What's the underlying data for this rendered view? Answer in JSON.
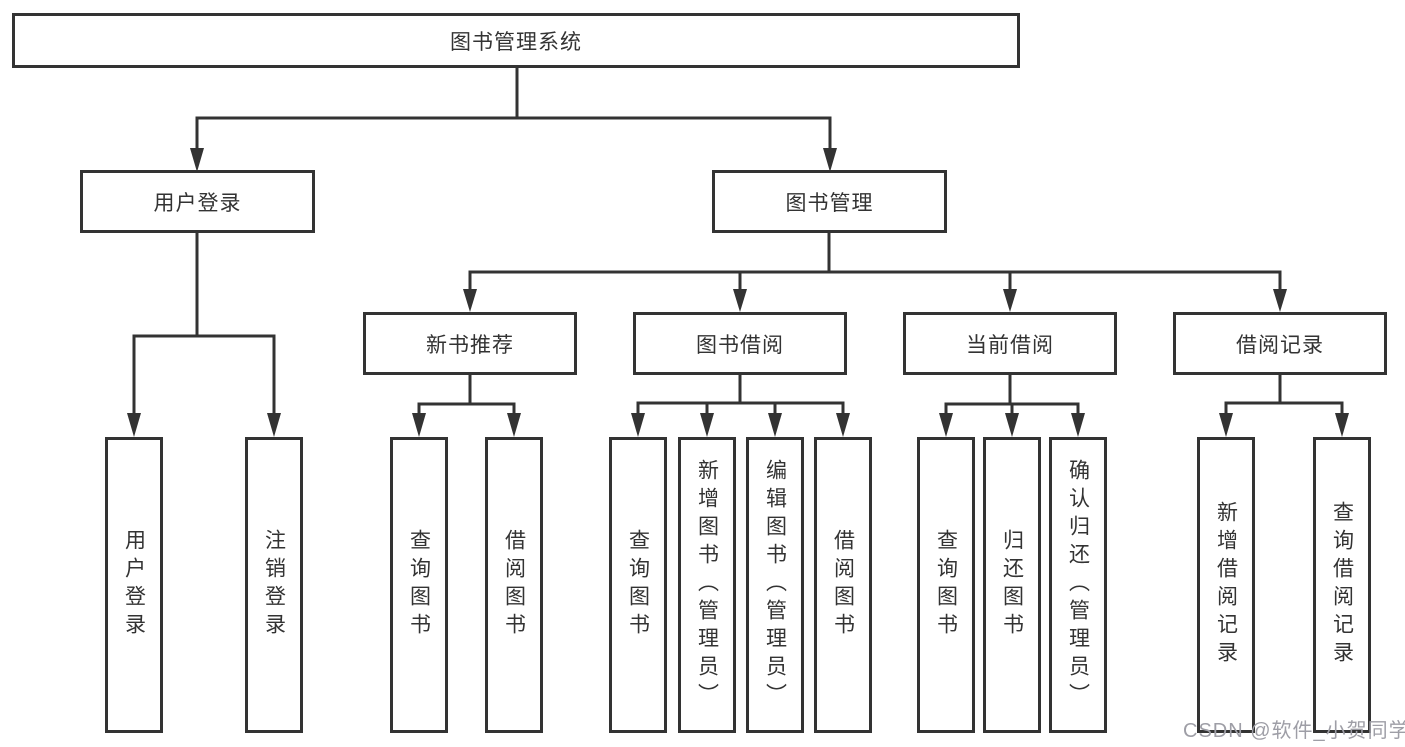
{
  "diagram_title": "图书管理系统",
  "colors": {
    "line": "#333333",
    "text": "#333333",
    "background": "#ffffff",
    "watermark": "#9e9ea6"
  },
  "tree": {
    "label": "图书管理系统",
    "children": [
      {
        "label": "用户登录",
        "children": [
          {
            "label": "用户登录"
          },
          {
            "label": "注销登录"
          }
        ]
      },
      {
        "label": "图书管理",
        "children": [
          {
            "label": "新书推荐",
            "children": [
              {
                "label": "查询图书"
              },
              {
                "label": "借阅图书"
              }
            ]
          },
          {
            "label": "图书借阅",
            "children": [
              {
                "label": "查询图书"
              },
              {
                "label": "新增图书（管理员）"
              },
              {
                "label": "编辑图书（管理员）"
              },
              {
                "label": "借阅图书"
              }
            ]
          },
          {
            "label": "当前借阅",
            "children": [
              {
                "label": "查询图书"
              },
              {
                "label": "归还图书"
              },
              {
                "label": "确认归还（管理员）"
              }
            ]
          },
          {
            "label": "借阅记录",
            "children": [
              {
                "label": "新增借阅记录"
              },
              {
                "label": "查询借阅记录"
              }
            ]
          }
        ]
      }
    ]
  },
  "watermark": {
    "text": "CSDN @软件_小贺同学"
  }
}
